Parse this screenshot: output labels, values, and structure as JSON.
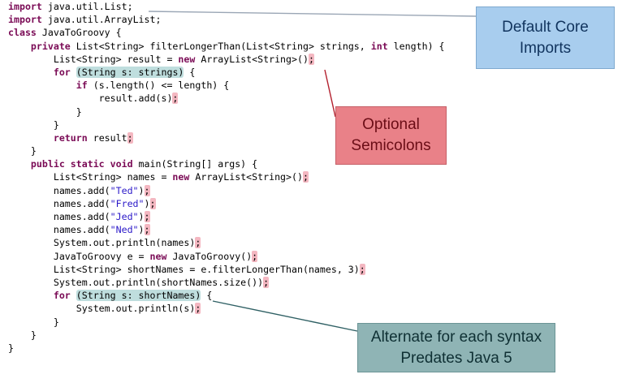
{
  "code_lines": [
    [
      {
        "t": "import",
        "c": "kw"
      },
      {
        "t": " java.util.List;",
        "c": ""
      }
    ],
    [
      {
        "t": "import",
        "c": "kw"
      },
      {
        "t": " java.util.ArrayList;",
        "c": ""
      }
    ],
    [
      {
        "t": "class",
        "c": "kw"
      },
      {
        "t": " JavaToGroovy {",
        "c": ""
      }
    ],
    [
      {
        "t": "    ",
        "c": ""
      },
      {
        "t": "private",
        "c": "kw"
      },
      {
        "t": " List<String> filterLongerThan(List<String> strings, ",
        "c": ""
      },
      {
        "t": "int",
        "c": "kw"
      },
      {
        "t": " length) {",
        "c": ""
      }
    ],
    [
      {
        "t": "        List<String> result = ",
        "c": ""
      },
      {
        "t": "new",
        "c": "kw"
      },
      {
        "t": " ArrayList<String>()",
        "c": ""
      },
      {
        "t": ";",
        "c": "semi"
      }
    ],
    [
      {
        "t": "        ",
        "c": ""
      },
      {
        "t": "for",
        "c": "kw"
      },
      {
        "t": " ",
        "c": ""
      },
      {
        "t": "(String s: strings)",
        "c": "hl"
      },
      {
        "t": " {",
        "c": ""
      }
    ],
    [
      {
        "t": "            ",
        "c": ""
      },
      {
        "t": "if",
        "c": "kw"
      },
      {
        "t": " (s.length() <= length) {",
        "c": ""
      }
    ],
    [
      {
        "t": "                result.add(s)",
        "c": ""
      },
      {
        "t": ";",
        "c": "semi"
      }
    ],
    [
      {
        "t": "            }",
        "c": ""
      }
    ],
    [
      {
        "t": "        }",
        "c": ""
      }
    ],
    [
      {
        "t": "        ",
        "c": ""
      },
      {
        "t": "return",
        "c": "kw"
      },
      {
        "t": " result",
        "c": ""
      },
      {
        "t": ";",
        "c": "semi"
      }
    ],
    [
      {
        "t": "    }",
        "c": ""
      }
    ],
    [
      {
        "t": "    ",
        "c": ""
      },
      {
        "t": "public static void",
        "c": "kw"
      },
      {
        "t": " main(String[] args) {",
        "c": ""
      }
    ],
    [
      {
        "t": "        List<String> names = ",
        "c": ""
      },
      {
        "t": "new",
        "c": "kw"
      },
      {
        "t": " ArrayList<String>()",
        "c": ""
      },
      {
        "t": ";",
        "c": "semi"
      }
    ],
    [
      {
        "t": "        names.add(",
        "c": ""
      },
      {
        "t": "\"Ted\"",
        "c": "str"
      },
      {
        "t": ")",
        "c": ""
      },
      {
        "t": ";",
        "c": "semi"
      }
    ],
    [
      {
        "t": "        names.add(",
        "c": ""
      },
      {
        "t": "\"Fred\"",
        "c": "str"
      },
      {
        "t": ")",
        "c": ""
      },
      {
        "t": ";",
        "c": "semi"
      }
    ],
    [
      {
        "t": "        names.add(",
        "c": ""
      },
      {
        "t": "\"Jed\"",
        "c": "str"
      },
      {
        "t": ")",
        "c": ""
      },
      {
        "t": ";",
        "c": "semi"
      }
    ],
    [
      {
        "t": "        names.add(",
        "c": ""
      },
      {
        "t": "\"Ned\"",
        "c": "str"
      },
      {
        "t": ")",
        "c": ""
      },
      {
        "t": ";",
        "c": "semi"
      }
    ],
    [
      {
        "t": "        System.out.println(names)",
        "c": ""
      },
      {
        "t": ";",
        "c": "semi"
      }
    ],
    [
      {
        "t": "        JavaToGroovy e = ",
        "c": ""
      },
      {
        "t": "new",
        "c": "kw"
      },
      {
        "t": " JavaToGroovy()",
        "c": ""
      },
      {
        "t": ";",
        "c": "semi"
      }
    ],
    [
      {
        "t": "        List<String> shortNames = e.filterLongerThan(names, 3)",
        "c": ""
      },
      {
        "t": ";",
        "c": "semi"
      }
    ],
    [
      {
        "t": "        System.out.println(shortNames.size())",
        "c": ""
      },
      {
        "t": ";",
        "c": "semi"
      }
    ],
    [
      {
        "t": "        ",
        "c": ""
      },
      {
        "t": "for",
        "c": "kw"
      },
      {
        "t": " ",
        "c": ""
      },
      {
        "t": "(String s: shortNames)",
        "c": "hl"
      },
      {
        "t": " {",
        "c": ""
      }
    ],
    [
      {
        "t": "            System.out.println(s)",
        "c": ""
      },
      {
        "t": ";",
        "c": "semi"
      }
    ],
    [
      {
        "t": "        }",
        "c": ""
      }
    ],
    [
      {
        "t": "    }",
        "c": ""
      }
    ],
    [
      {
        "t": "}",
        "c": ""
      }
    ]
  ],
  "callouts": {
    "imports": "Default Core\nImports",
    "semicolons": "Optional\nSemicolons",
    "for_each": "Alternate for each syntax\nPredates Java 5"
  },
  "colors": {
    "imports_box": "#a8cdee",
    "semicolons_box": "#e98188",
    "for_each_box": "#8fb4b5",
    "semicolon_highlight": "#f4b7c1",
    "for_highlight": "#bfdede"
  }
}
